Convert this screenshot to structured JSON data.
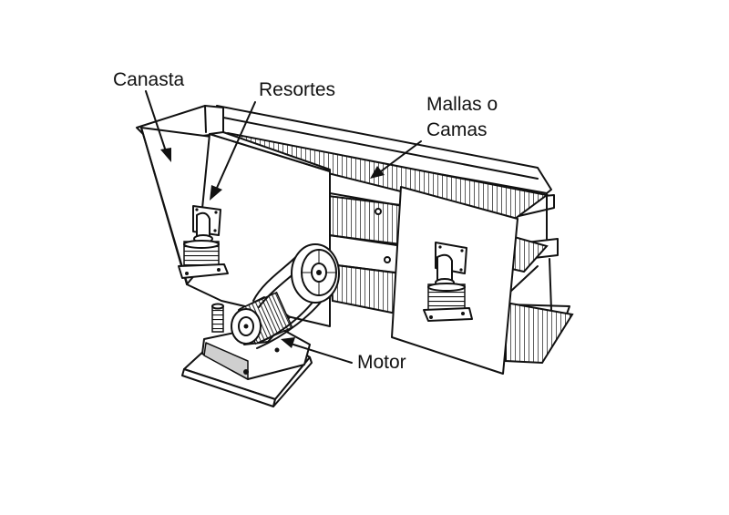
{
  "labels": {
    "canasta": "Canasta",
    "resortes": "Resortes",
    "mallas_line1": "Mallas o",
    "mallas_line2": "Camas",
    "motor": "Motor"
  }
}
